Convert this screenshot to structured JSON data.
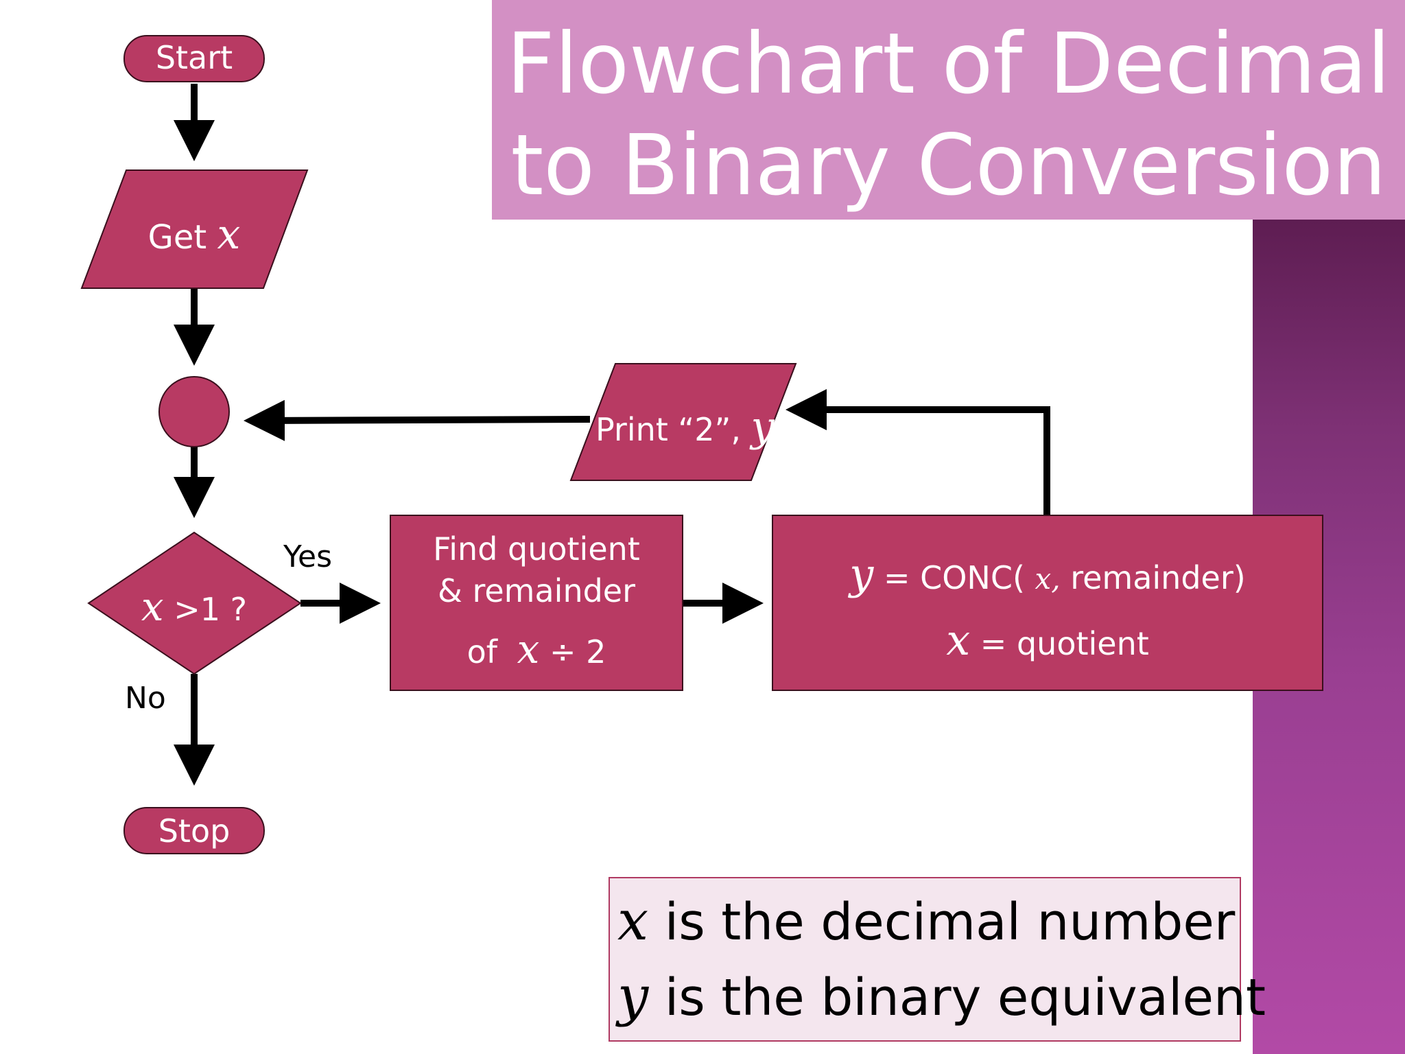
{
  "title": {
    "line1": "Flowchart of Decimal",
    "line2": "to Binary Conversion"
  },
  "nodes": {
    "start": "Start",
    "input": {
      "label": "Get",
      "var": "x"
    },
    "connector": "",
    "decision": {
      "var": "x",
      "label": ">1 ?"
    },
    "process1": {
      "line1": "Find quotient",
      "line2": "& remainder",
      "line3_prefix": "of",
      "line3_var": "x",
      "line3_suffix": "÷ 2"
    },
    "process2": {
      "line1_var": "y",
      "line1_eq": "= CONC(",
      "line1_arg": "x,",
      "line1_rest": "remainder)",
      "line2_var": "x",
      "line2_rest": "= quotient"
    },
    "output": {
      "label": "Print “2”,",
      "var": "y"
    },
    "stop": "Stop"
  },
  "edges": {
    "yes": "Yes",
    "no": "No"
  },
  "legend": {
    "line1_var": "x",
    "line1_text": "is the decimal number",
    "line2_var": "y",
    "line2_text": "is the binary equivalent"
  },
  "colors": {
    "node_fill": "#b83a63",
    "title_band": "#d390c4",
    "side_band": "#8b3a82",
    "legend_bg": "#f4e6ee"
  }
}
